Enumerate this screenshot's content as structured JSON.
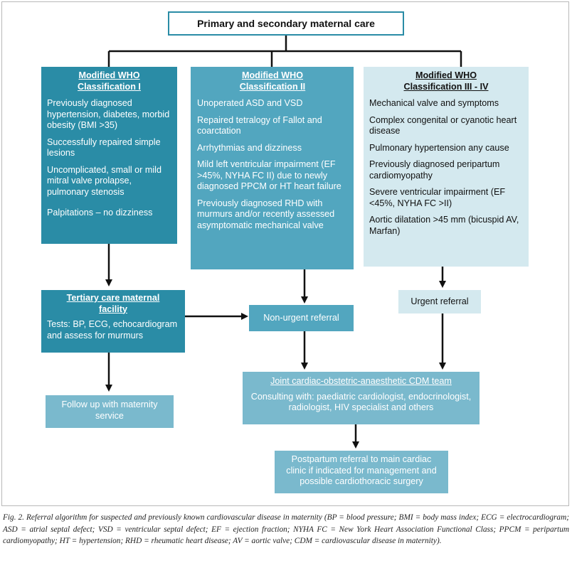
{
  "top": {
    "title": "Primary and secondary maternal care"
  },
  "class1": {
    "heading": [
      "Modified WHO",
      "Classification I"
    ],
    "items": [
      "Previously diagnosed hypertension, diabetes, morbid obesity (BMI >35)",
      "Successfully repaired simple lesions",
      "Uncomplicated, small or mild mitral valve prolapse, pulmonary stenosis",
      "Palpitations – no dizziness"
    ]
  },
  "class2": {
    "heading": [
      "Modified WHO",
      "Classification II"
    ],
    "items": [
      "Unoperated ASD and VSD",
      "Repaired tetralogy of Fallot and coarctation",
      "Arrhythmias and dizziness",
      "Mild left ventricular impairment (EF >45%, NYHA FC II) due to newly diagnosed PPCM or HT heart failure",
      "Previously diagnosed RHD with murmurs and/or recently assessed asymptomatic mechanical valve"
    ]
  },
  "class3": {
    "heading": [
      "Modified WHO",
      "Classification III - IV"
    ],
    "items": [
      "Mechanical valve and symptoms",
      "Complex congenital or cyanotic heart disease",
      "Pulmonary hypertension any cause",
      "Previously diagnosed peripartum cardiomyopathy",
      "Severe ventricular impairment (EF <45%, NYHA FC >II)",
      "Aortic dilatation >45 mm (bicuspid AV, Marfan)"
    ]
  },
  "tertiary": {
    "heading": [
      "Tertiary care maternal",
      "facility"
    ],
    "text": "Tests: BP, ECG, echocardiogram and assess for murmurs"
  },
  "nonurgent": {
    "label": "Non-urgent referral"
  },
  "urgent": {
    "label": "Urgent referral"
  },
  "cdm": {
    "heading": "Joint cardiac-obstetric-anaesthetic CDM team",
    "text": "Consulting with: paediatric cardiologist, endocrinologist, radiologist, HIV specialist and others"
  },
  "followup": {
    "label": "Follow up with maternity service"
  },
  "postpartum": {
    "label": "Postpartum referral to main cardiac clinic if indicated for management and possible cardiothoracic surgery"
  },
  "caption": "Fig. 2. Referral algorithm for suspected and previously known cardiovascular disease in maternity (BP = blood pressure; BMI = body mass index; ECG = electrocardiogram; ASD = atrial septal defect; VSD = ventricular septal defect; EF = ejection fraction; NYHA FC = New York Heart Association Functional Class; PPCM = peripartum cardiomyopathy; HT = hypertension; RHD = rheumatic heart disease; AV = aortic valve; CDM = cardiovascular disease in maternity).",
  "colors": {
    "dark": "#2a8ca6",
    "mid": "#52a6bf",
    "light": "#d4e9ef",
    "lite2": "#7ab9cd"
  }
}
